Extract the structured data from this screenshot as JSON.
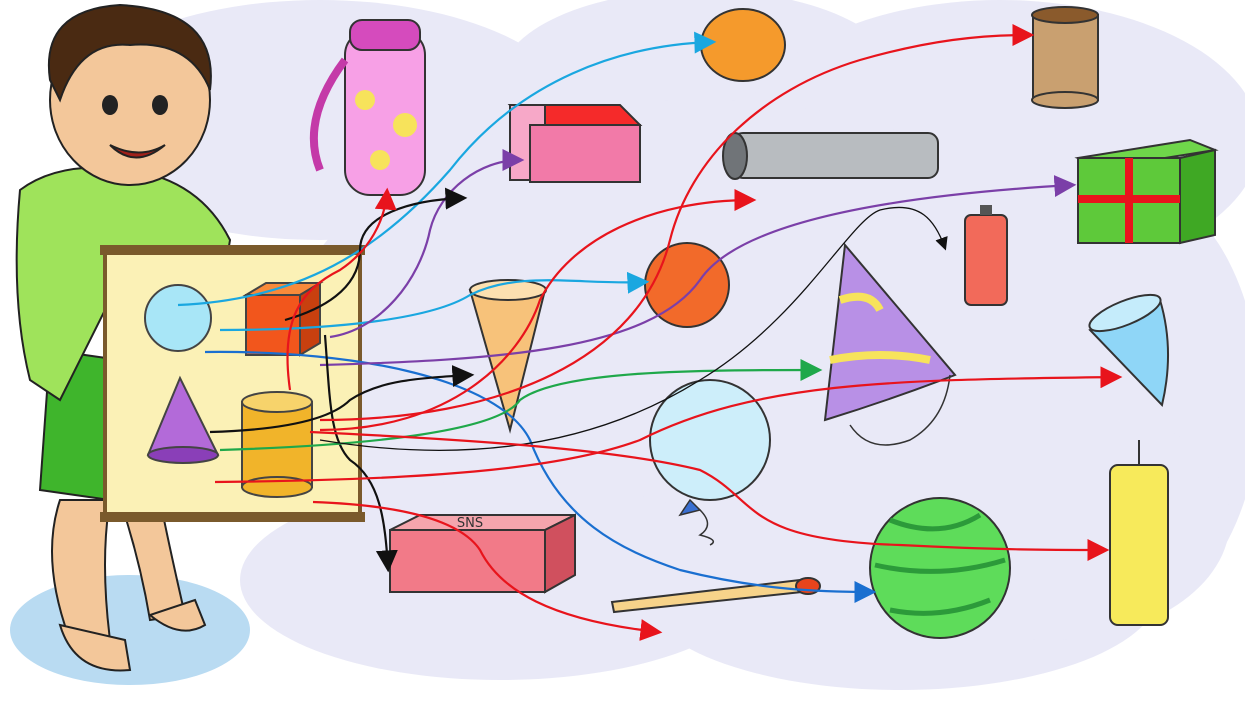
{
  "scene": {
    "background_cloud_color": "#e9e9f7",
    "board_color": "#fbf1b6",
    "board_frame_color": "#7a5a2c",
    "brick_text": "SNS"
  },
  "board_shapes": [
    {
      "name": "sphere",
      "color": "#a8e6f7"
    },
    {
      "name": "cuboid",
      "color": "#f2561c"
    },
    {
      "name": "cone",
      "color": "#b36ad9"
    },
    {
      "name": "cylinder",
      "color": "#f1b42a"
    }
  ],
  "objects": [
    {
      "name": "flask",
      "shape": "cylinder"
    },
    {
      "name": "orange",
      "shape": "sphere"
    },
    {
      "name": "tin-can",
      "shape": "cylinder"
    },
    {
      "name": "sponge-block",
      "shape": "cuboid"
    },
    {
      "name": "pipe",
      "shape": "cylinder"
    },
    {
      "name": "gift-box",
      "shape": "cuboid"
    },
    {
      "name": "ice-cream-cone",
      "shape": "cone"
    },
    {
      "name": "ball",
      "shape": "sphere"
    },
    {
      "name": "battery",
      "shape": "cylinder"
    },
    {
      "name": "party-hat",
      "shape": "cone"
    },
    {
      "name": "funnel-cone",
      "shape": "cone"
    },
    {
      "name": "balloon",
      "shape": "sphere"
    },
    {
      "name": "candle",
      "shape": "cylinder"
    },
    {
      "name": "brick",
      "shape": "cuboid"
    },
    {
      "name": "matchstick",
      "shape": "cylinder"
    },
    {
      "name": "watermelon",
      "shape": "sphere"
    }
  ],
  "arrow_colors": {
    "sphere": "#1aa7e0",
    "cuboid": "#7b3fa8",
    "cone": "#1fa84a",
    "cylinder": "#e8141c",
    "extra": "#111111"
  }
}
